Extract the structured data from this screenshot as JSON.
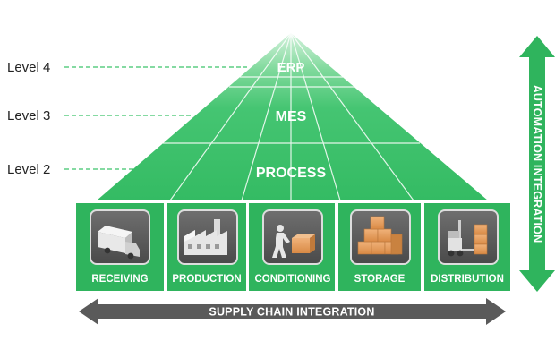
{
  "levels": {
    "level4": "Level 4",
    "level3": "Level 3",
    "level2": "Level 2"
  },
  "pyramid": {
    "erp": "ERP",
    "mes": "MES",
    "process": "PROCESS"
  },
  "stages": [
    {
      "label": "RECEIVING",
      "icon": "truck-icon"
    },
    {
      "label": "PRODUCTION",
      "icon": "factory-icon"
    },
    {
      "label": "CONDITIONING",
      "icon": "worker-box-icon"
    },
    {
      "label": "STORAGE",
      "icon": "boxes-icon"
    },
    {
      "label": "DISTRIBUTION",
      "icon": "forklift-icon"
    }
  ],
  "supply_chain_label": "SUPPLY CHAIN INTEGRATION",
  "automation_label": "AUTOMATION INTEGRATION",
  "colors": {
    "green": "#3cc36a",
    "green_light": "#a8e6b9",
    "green_dark": "#22a24d",
    "arrow_gray": "#5a5a5a"
  }
}
